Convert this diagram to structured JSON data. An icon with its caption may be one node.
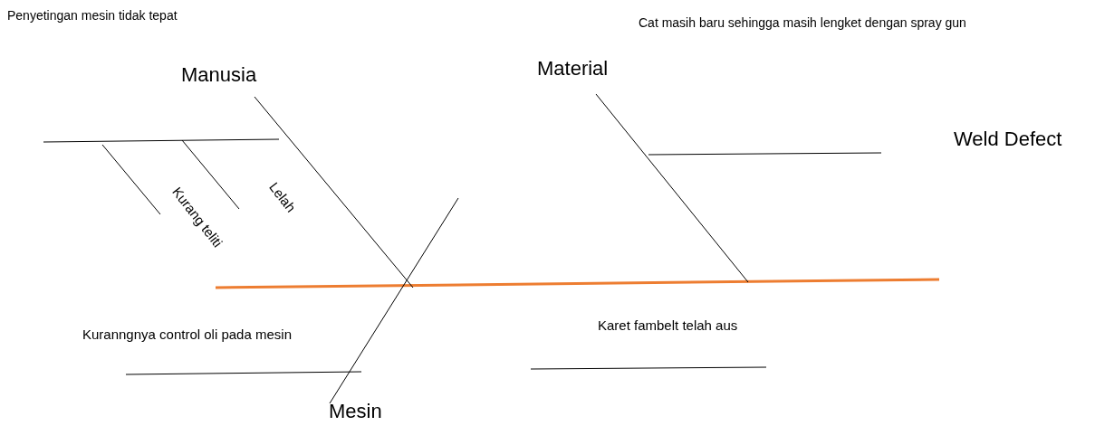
{
  "diagram": {
    "labels": [
      "Penyetingan mesin tidak tepat",
      "Cat masih baru sehingga masih lengket dengan spray gun",
      "Manusia",
      "Material",
      "Weld Defect",
      "Kurang teliti",
      "Lelah",
      "Kuranngnya control oli pada mesin",
      "Karet fambelt telah aus",
      "Mesin"
    ]
  }
}
